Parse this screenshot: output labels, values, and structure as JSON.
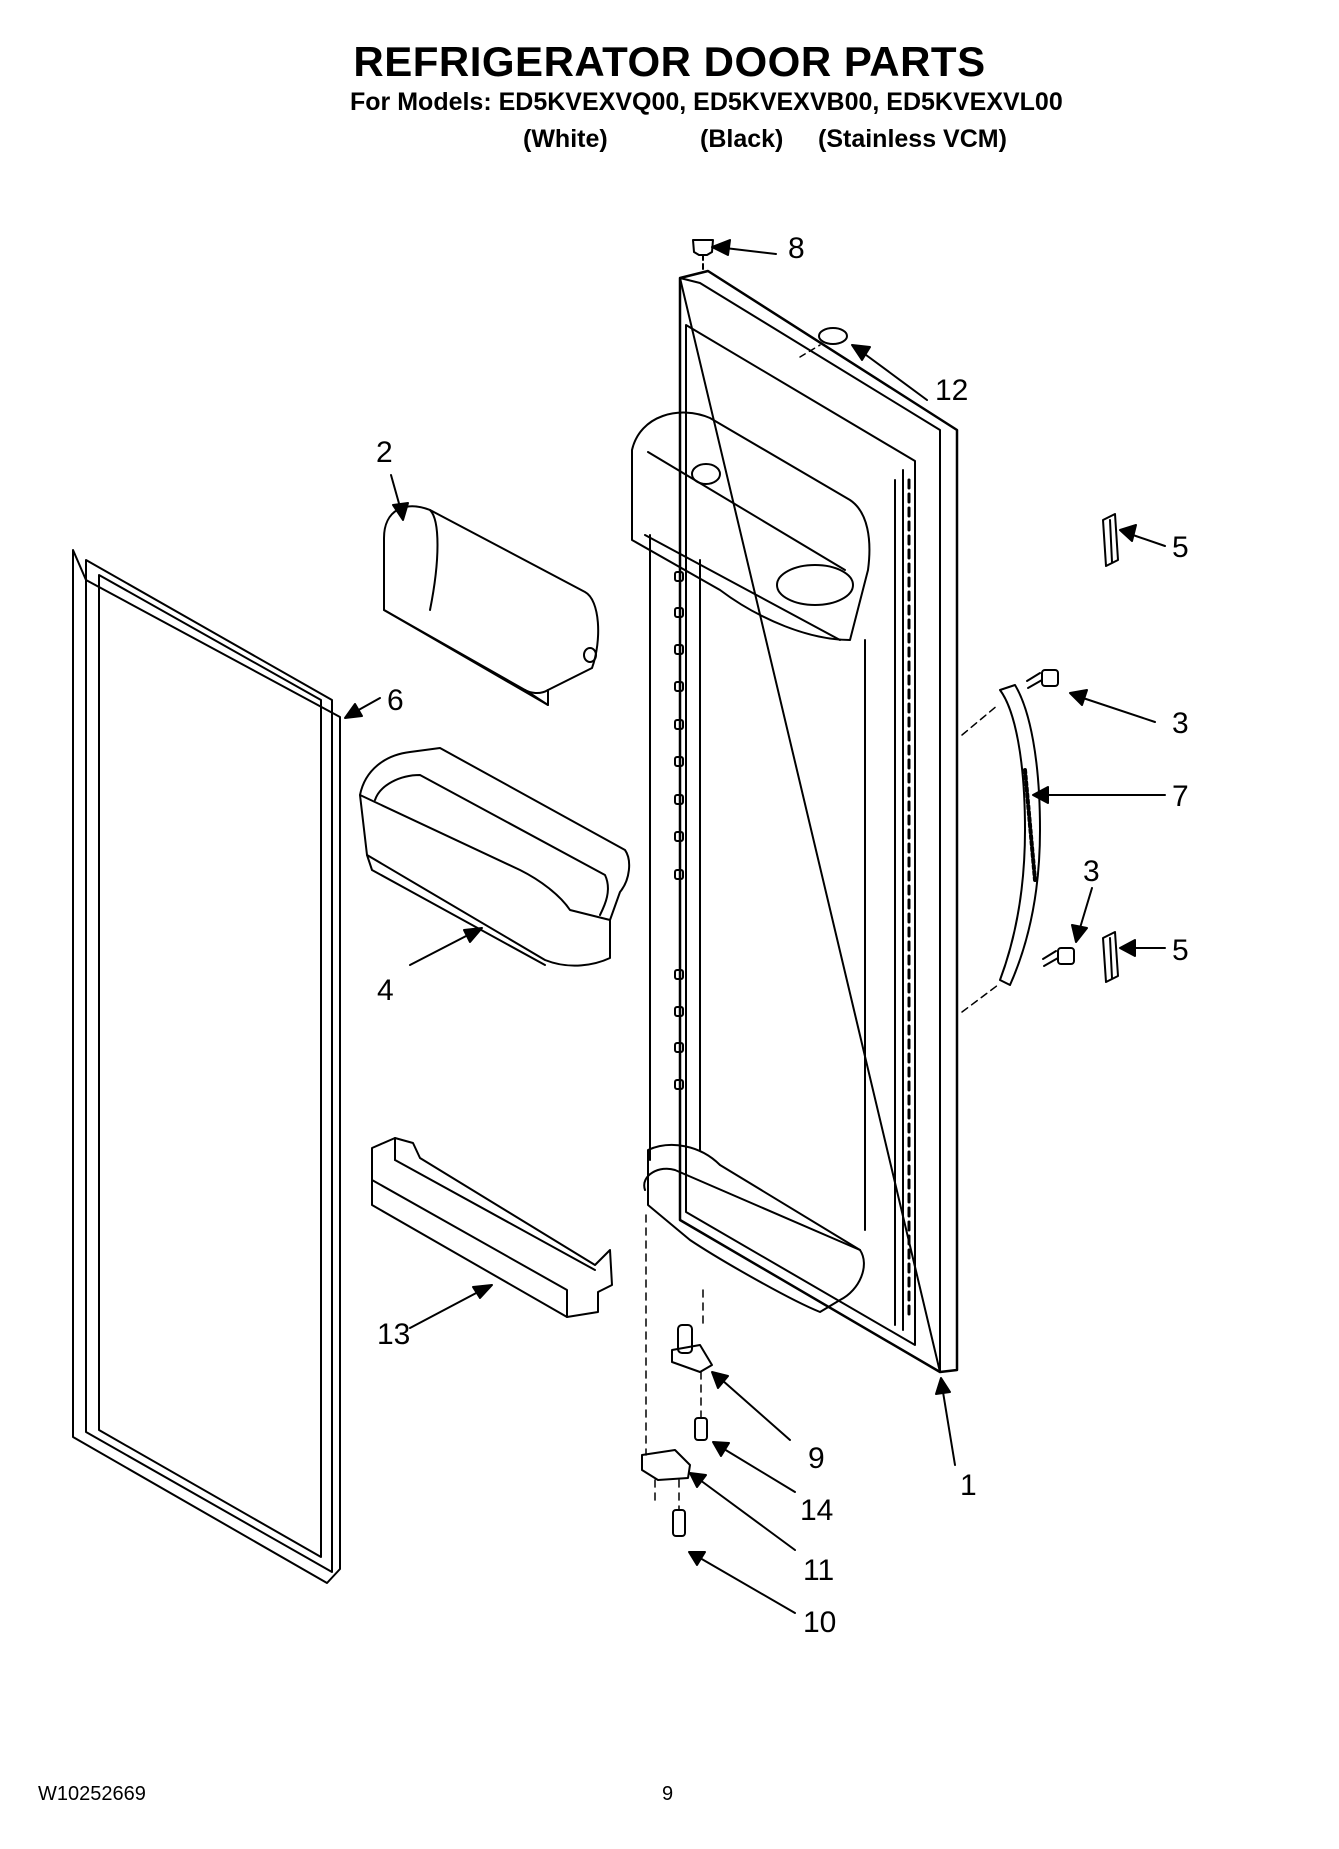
{
  "header": {
    "title": "REFRIGERATOR DOOR PARTS",
    "models_line": "For Models: ED5KVEXVQ00, ED5KVEXVB00, ED5KVEXVL00",
    "colors": [
      "(White)",
      "(Black)",
      "(Stainless VCM)"
    ]
  },
  "callouts": [
    "1",
    "2",
    "3",
    "3",
    "4",
    "5",
    "5",
    "6",
    "7",
    "8",
    "9",
    "10",
    "11",
    "12",
    "13",
    "14"
  ],
  "footer": {
    "doc_id": "W10252669",
    "page": "9"
  }
}
